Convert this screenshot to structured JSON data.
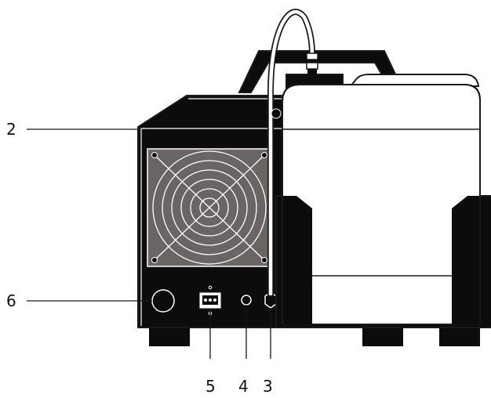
{
  "callouts": {
    "c2": "2",
    "c3": "3",
    "c4": "4",
    "c5": "5",
    "c6": "6"
  },
  "colors": {
    "line": "#1a1a1a",
    "body_dark": "#0c0c0c",
    "fan_grille": "#6a6464",
    "background": "#ffffff"
  }
}
